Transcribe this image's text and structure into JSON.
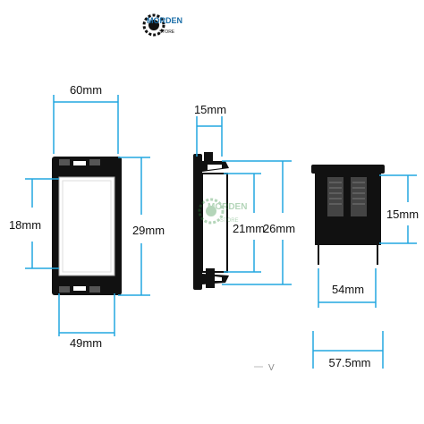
{
  "logo": {
    "text": "MORDEN",
    "subtext": "STORE"
  },
  "watermark": {
    "text": "MORDEN",
    "subtext": "STORE"
  },
  "colors": {
    "dimension": "#22a7e0",
    "part": "#111111",
    "background": "#ffffff"
  },
  "front_view": {
    "top_width": "60mm",
    "inner_height": "18mm",
    "outer_height": "29mm",
    "bottom_width": "49mm"
  },
  "side_view": {
    "depth": "15mm",
    "inner_height": "21mm",
    "outer_height": "26mm"
  },
  "top_view": {
    "height": "15mm",
    "inner_width": "54mm",
    "outer_width": "57.5mm"
  },
  "footer_mark": "V"
}
